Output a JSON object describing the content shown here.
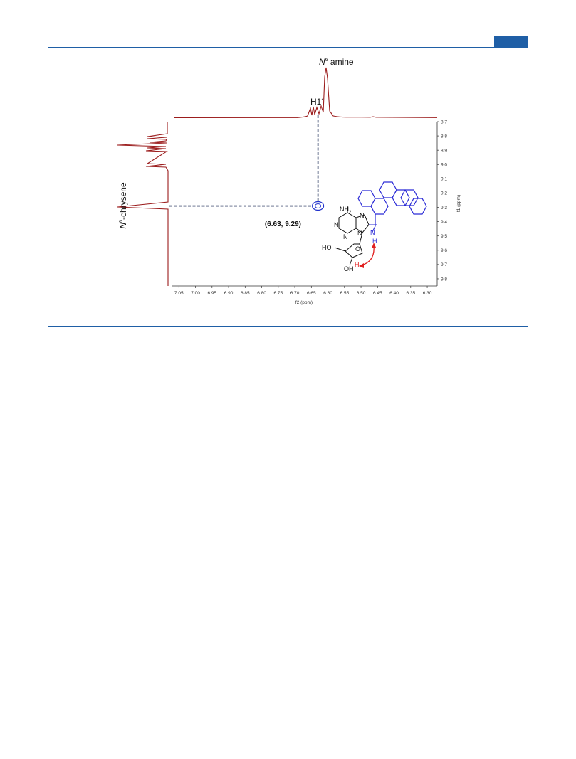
{
  "header": {
    "accent_color": "#1f5fa6"
  },
  "spectrum": {
    "top_label_main": "N",
    "top_label_sup": "6",
    "top_label_rest": " amine",
    "h1_label": "H1´",
    "side_label_main": "N",
    "side_label_sup": "6",
    "side_label_rest": "-chrysene",
    "crosspeak_label": "(6.63, 9.29)",
    "trace_color": "#9b1c1c",
    "dash_color": "#1b2a55",
    "circle_color": "#2233cc"
  },
  "chart_data": {
    "type": "scatter",
    "xlabel": "f2 (ppm)",
    "ylabel": "f1 (ppm)",
    "xlim": [
      7.07,
      6.27
    ],
    "ylim": [
      8.7,
      9.85
    ],
    "x_ticks": [
      "7.05",
      "7.00",
      "6.95",
      "6.90",
      "6.85",
      "6.80",
      "6.75",
      "6.70",
      "6.65",
      "6.60",
      "6.55",
      "6.50",
      "6.45",
      "6.40",
      "6.35",
      "6.30"
    ],
    "y_ticks": [
      "8.7",
      "8.8",
      "8.9",
      "9.0",
      "9.1",
      "9.2",
      "9.3",
      "9.4",
      "9.5",
      "9.6",
      "9.7",
      "9.8"
    ],
    "cross_peak": {
      "x": 6.63,
      "y": 9.29
    }
  },
  "molecule": {
    "nh2": "NH",
    "nh2_sub": "2",
    "ho": "HO",
    "oh": "OH",
    "atom_n": "N",
    "atom_o": "O",
    "atom_h": "H",
    "bond_color": "#111111",
    "chrysene_color": "#2a2ad6",
    "noe_color": "#e02020"
  }
}
